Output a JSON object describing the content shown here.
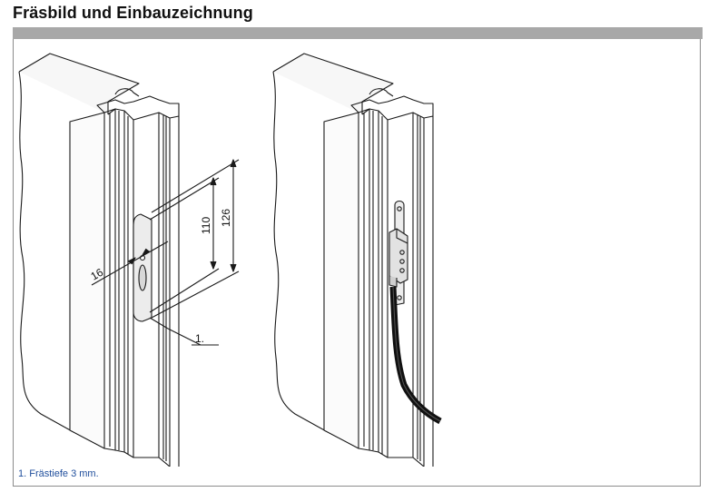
{
  "header": {
    "title": "Fräsbild und Einbauzeichnung",
    "bar_color": "#a8a8a8"
  },
  "left_drawing": {
    "dim_width": "16",
    "dim_height_inner": "110",
    "dim_height_outer": "126",
    "callout": "1."
  },
  "footnote": {
    "text": "1. Frästiefe 3 mm.",
    "color": "#1f4e9c"
  }
}
